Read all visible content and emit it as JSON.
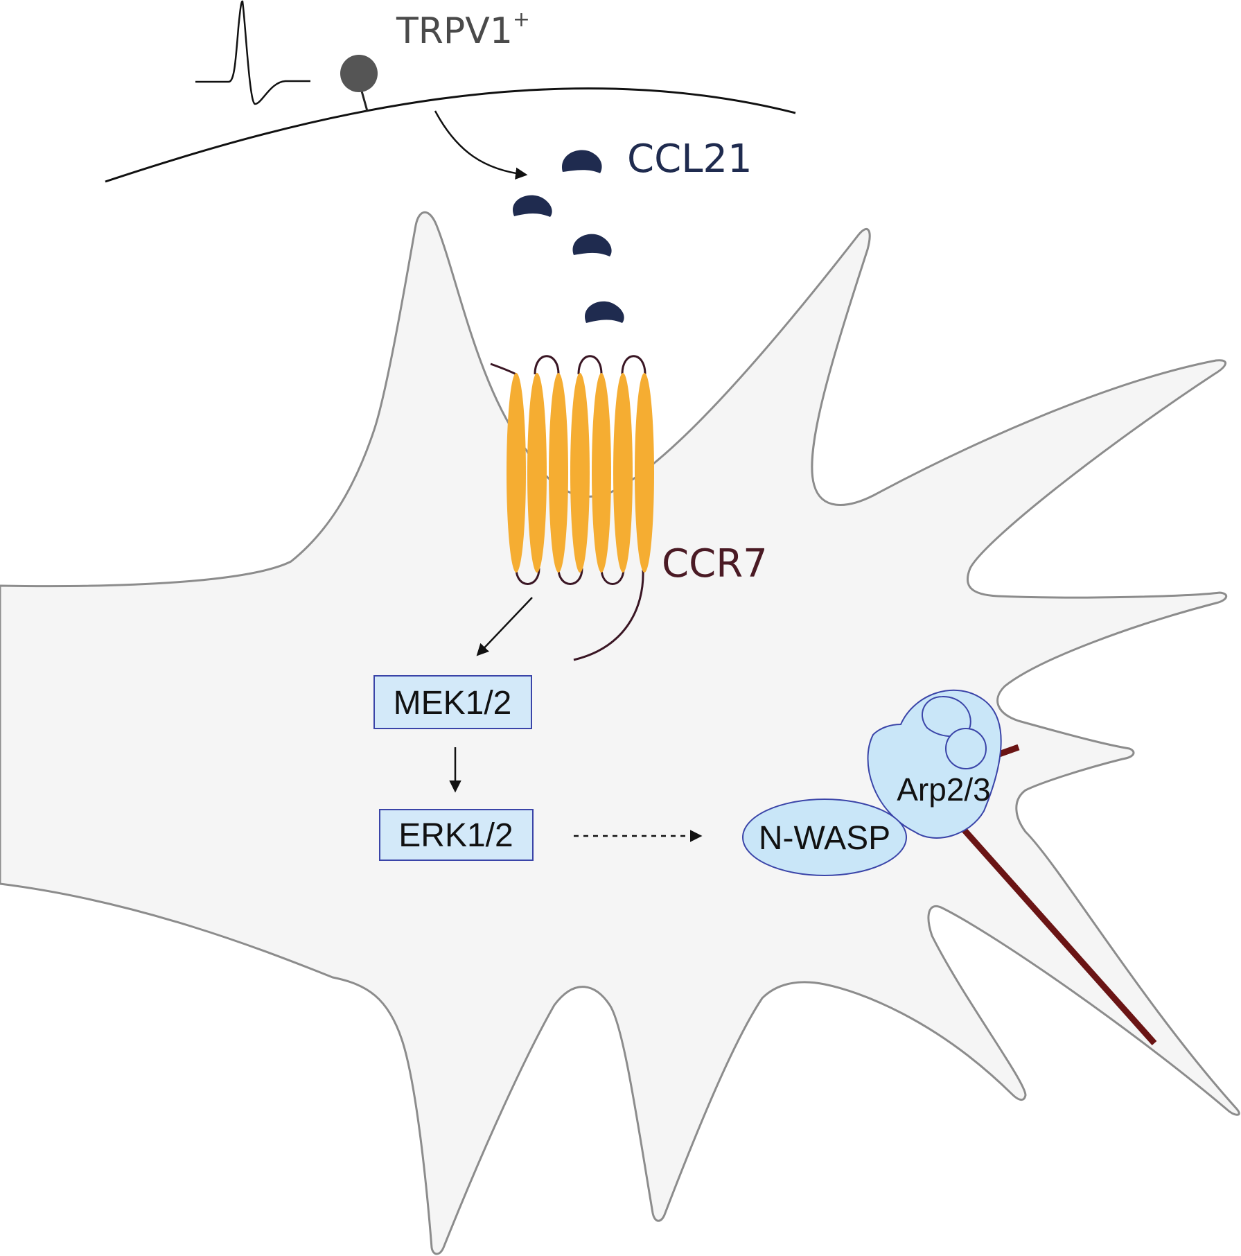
{
  "labels": {
    "neuron": "TRPV1",
    "neuron_superscript": "+",
    "chemokine": "CCL21",
    "receptor": "CCR7",
    "kinase1": "MEK1/2",
    "kinase2": "ERK1/2",
    "nucleator": "N-WASP",
    "complex": "Arp2/3"
  },
  "colors": {
    "chemokine": "#1f2b4f",
    "receptor_helix": "#f5ad32",
    "receptor_loop": "#3a1624",
    "receptor_label": "#4a1a24",
    "box_fill": "#d3e9f9",
    "box_stroke": "#3a44a8",
    "protein_fill": "#c9e6f8",
    "protein_stroke": "#3a44a8",
    "actin": "#6a1414",
    "cell_fill": "#f5f5f5",
    "cell_stroke": "#8c8c8c",
    "neuron_label": "#4a4a4a",
    "soma": "#555555"
  }
}
